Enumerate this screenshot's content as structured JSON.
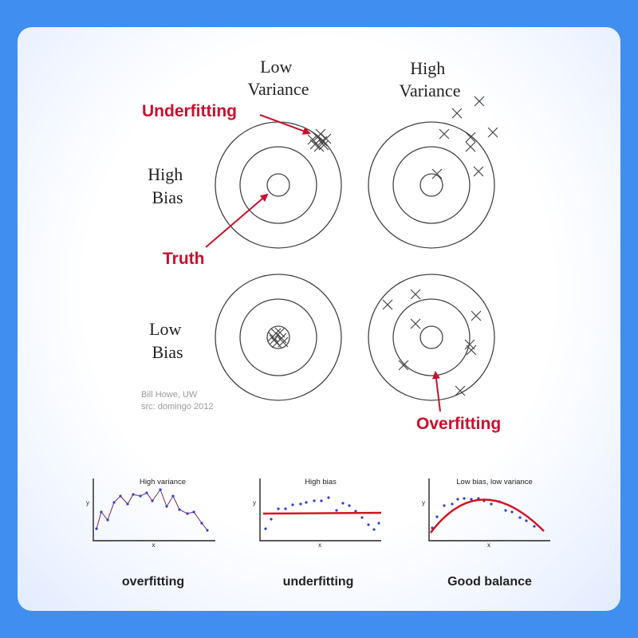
{
  "colors": {
    "frame": "#3f8ef0",
    "card": "#ffffff",
    "annotation": "#c8102e",
    "ink": "#333333",
    "plot_point": "#2a3fd1",
    "fit_line": "#d40f1e"
  },
  "bias_variance": {
    "col_low": "Low\nVariance",
    "col_high": "High\nVariance",
    "row_high": "High\nBias",
    "row_low": "Low\nBias",
    "underfitting": "Underfitting",
    "truth": "Truth",
    "overfitting": "Overfitting",
    "credit_line1": "Bill Howe, UW",
    "credit_line2": "src: domingo 2012"
  },
  "plots": [
    {
      "title": "High variance",
      "xlabel": "x",
      "ylabel": "y",
      "caption": "overfitting"
    },
    {
      "title": "High bias",
      "xlabel": "x",
      "ylabel": "y",
      "caption": "underfitting"
    },
    {
      "title": "Low bias, low variance",
      "xlabel": "x",
      "ylabel": "y",
      "caption": "Good balance"
    }
  ]
}
